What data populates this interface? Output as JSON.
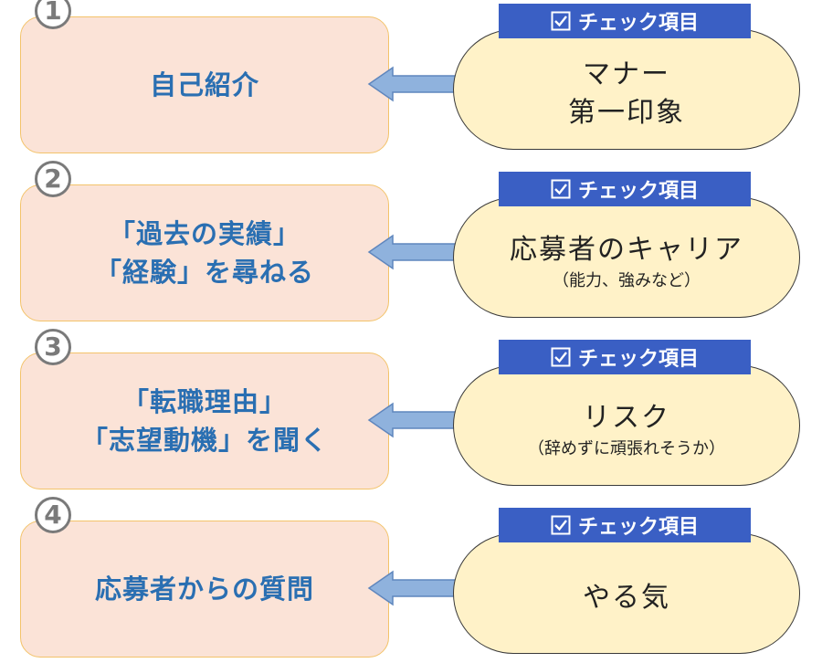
{
  "check_label": "チェック項目",
  "colors": {
    "left_fill": "#fbe3d7",
    "left_border": "#f3c36a",
    "left_text": "#2a6fb2",
    "badge": "#3a5fc4",
    "pill_fill": "#fff2c8",
    "arrow": "#8fb2dd"
  },
  "steps": [
    {
      "number": "1",
      "left_lines": [
        "自己紹介"
      ],
      "right_lines": [
        "マナー",
        "第一印象"
      ],
      "right_sub": ""
    },
    {
      "number": "2",
      "left_lines": [
        "「過去の実績」",
        "「経験」を尋ねる"
      ],
      "right_lines": [
        "応募者のキャリア"
      ],
      "right_sub": "（能力、強みなど）"
    },
    {
      "number": "3",
      "left_lines": [
        "「転職理由」",
        "「志望動機」を聞く"
      ],
      "right_lines": [
        "リスク"
      ],
      "right_sub": "（辞めずに頑張れそうか）"
    },
    {
      "number": "4",
      "left_lines": [
        "応募者からの質問"
      ],
      "right_lines": [
        "やる気"
      ],
      "right_sub": ""
    }
  ]
}
